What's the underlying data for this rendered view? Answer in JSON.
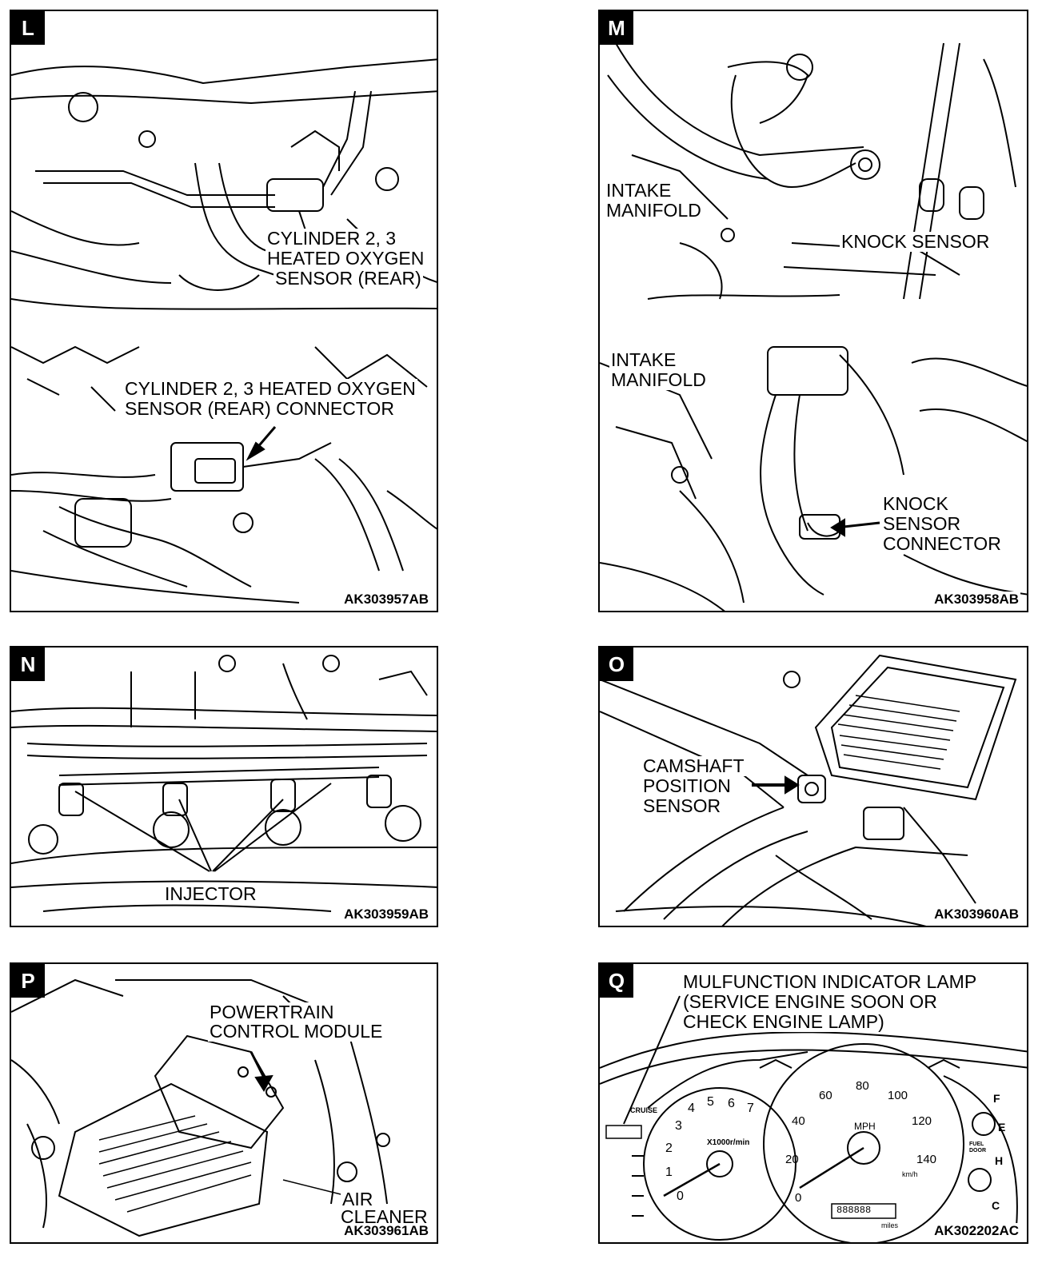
{
  "panels": {
    "L": {
      "letter": "L",
      "labels": {
        "sensor_rear_l1": "CYLINDER 2, 3",
        "sensor_rear_l2": "HEATED OXYGEN",
        "sensor_rear_l3": "SENSOR (REAR)",
        "connector_l1": "CYLINDER 2, 3 HEATED OXYGEN",
        "connector_l2": "SENSOR (REAR) CONNECTOR"
      },
      "code": "AK303957AB"
    },
    "M": {
      "letter": "M",
      "labels": {
        "intake_top_l1": "INTAKE",
        "intake_top_l2": "MANIFOLD",
        "knock_sensor": "KNOCK SENSOR",
        "intake_bottom_l1": "INTAKE",
        "intake_bottom_l2": "MANIFOLD",
        "knock_connector_l1": "KNOCK",
        "knock_connector_l2": "SENSOR",
        "knock_connector_l3": "CONNECTOR"
      },
      "code": "AK303958AB"
    },
    "N": {
      "letter": "N",
      "labels": {
        "injector": "INJECTOR"
      },
      "code": "AK303959AB"
    },
    "O": {
      "letter": "O",
      "labels": {
        "camshaft_l1": "CAMSHAFT",
        "camshaft_l2": "POSITION",
        "camshaft_l3": "SENSOR"
      },
      "code": "AK303960AB"
    },
    "P": {
      "letter": "P",
      "labels": {
        "pcm_l1": "POWERTRAIN",
        "pcm_l2": "CONTROL MODULE",
        "air_l1": "AIR",
        "air_l2": "CLEANER"
      },
      "code": "AK303961AB"
    },
    "Q": {
      "letter": "Q",
      "labels": {
        "mil_l1": "MULFUNCTION INDICATOR LAMP",
        "mil_l2": "(SERVICE ENGINE SOON OR",
        "mil_l3": "CHECK ENGINE LAMP)"
      },
      "cluster": {
        "tach_unit": "X1000r/min",
        "tach_numbers": [
          "0",
          "1",
          "2",
          "3",
          "4",
          "5",
          "6",
          "7"
        ],
        "speed_unit": "MPH",
        "speed_numbers": [
          "0",
          "20",
          "40",
          "60",
          "80",
          "100",
          "120",
          "140"
        ],
        "kmh_unit": "km/h",
        "cruise": "CRUISE",
        "fuel_f": "F",
        "fuel_e": "E",
        "fuel_door": "FUEL DOOR",
        "temp_h": "H",
        "temp_c": "C",
        "odo_unit": "miles",
        "odo_value": "888888"
      },
      "code": "AK302202AC"
    }
  }
}
